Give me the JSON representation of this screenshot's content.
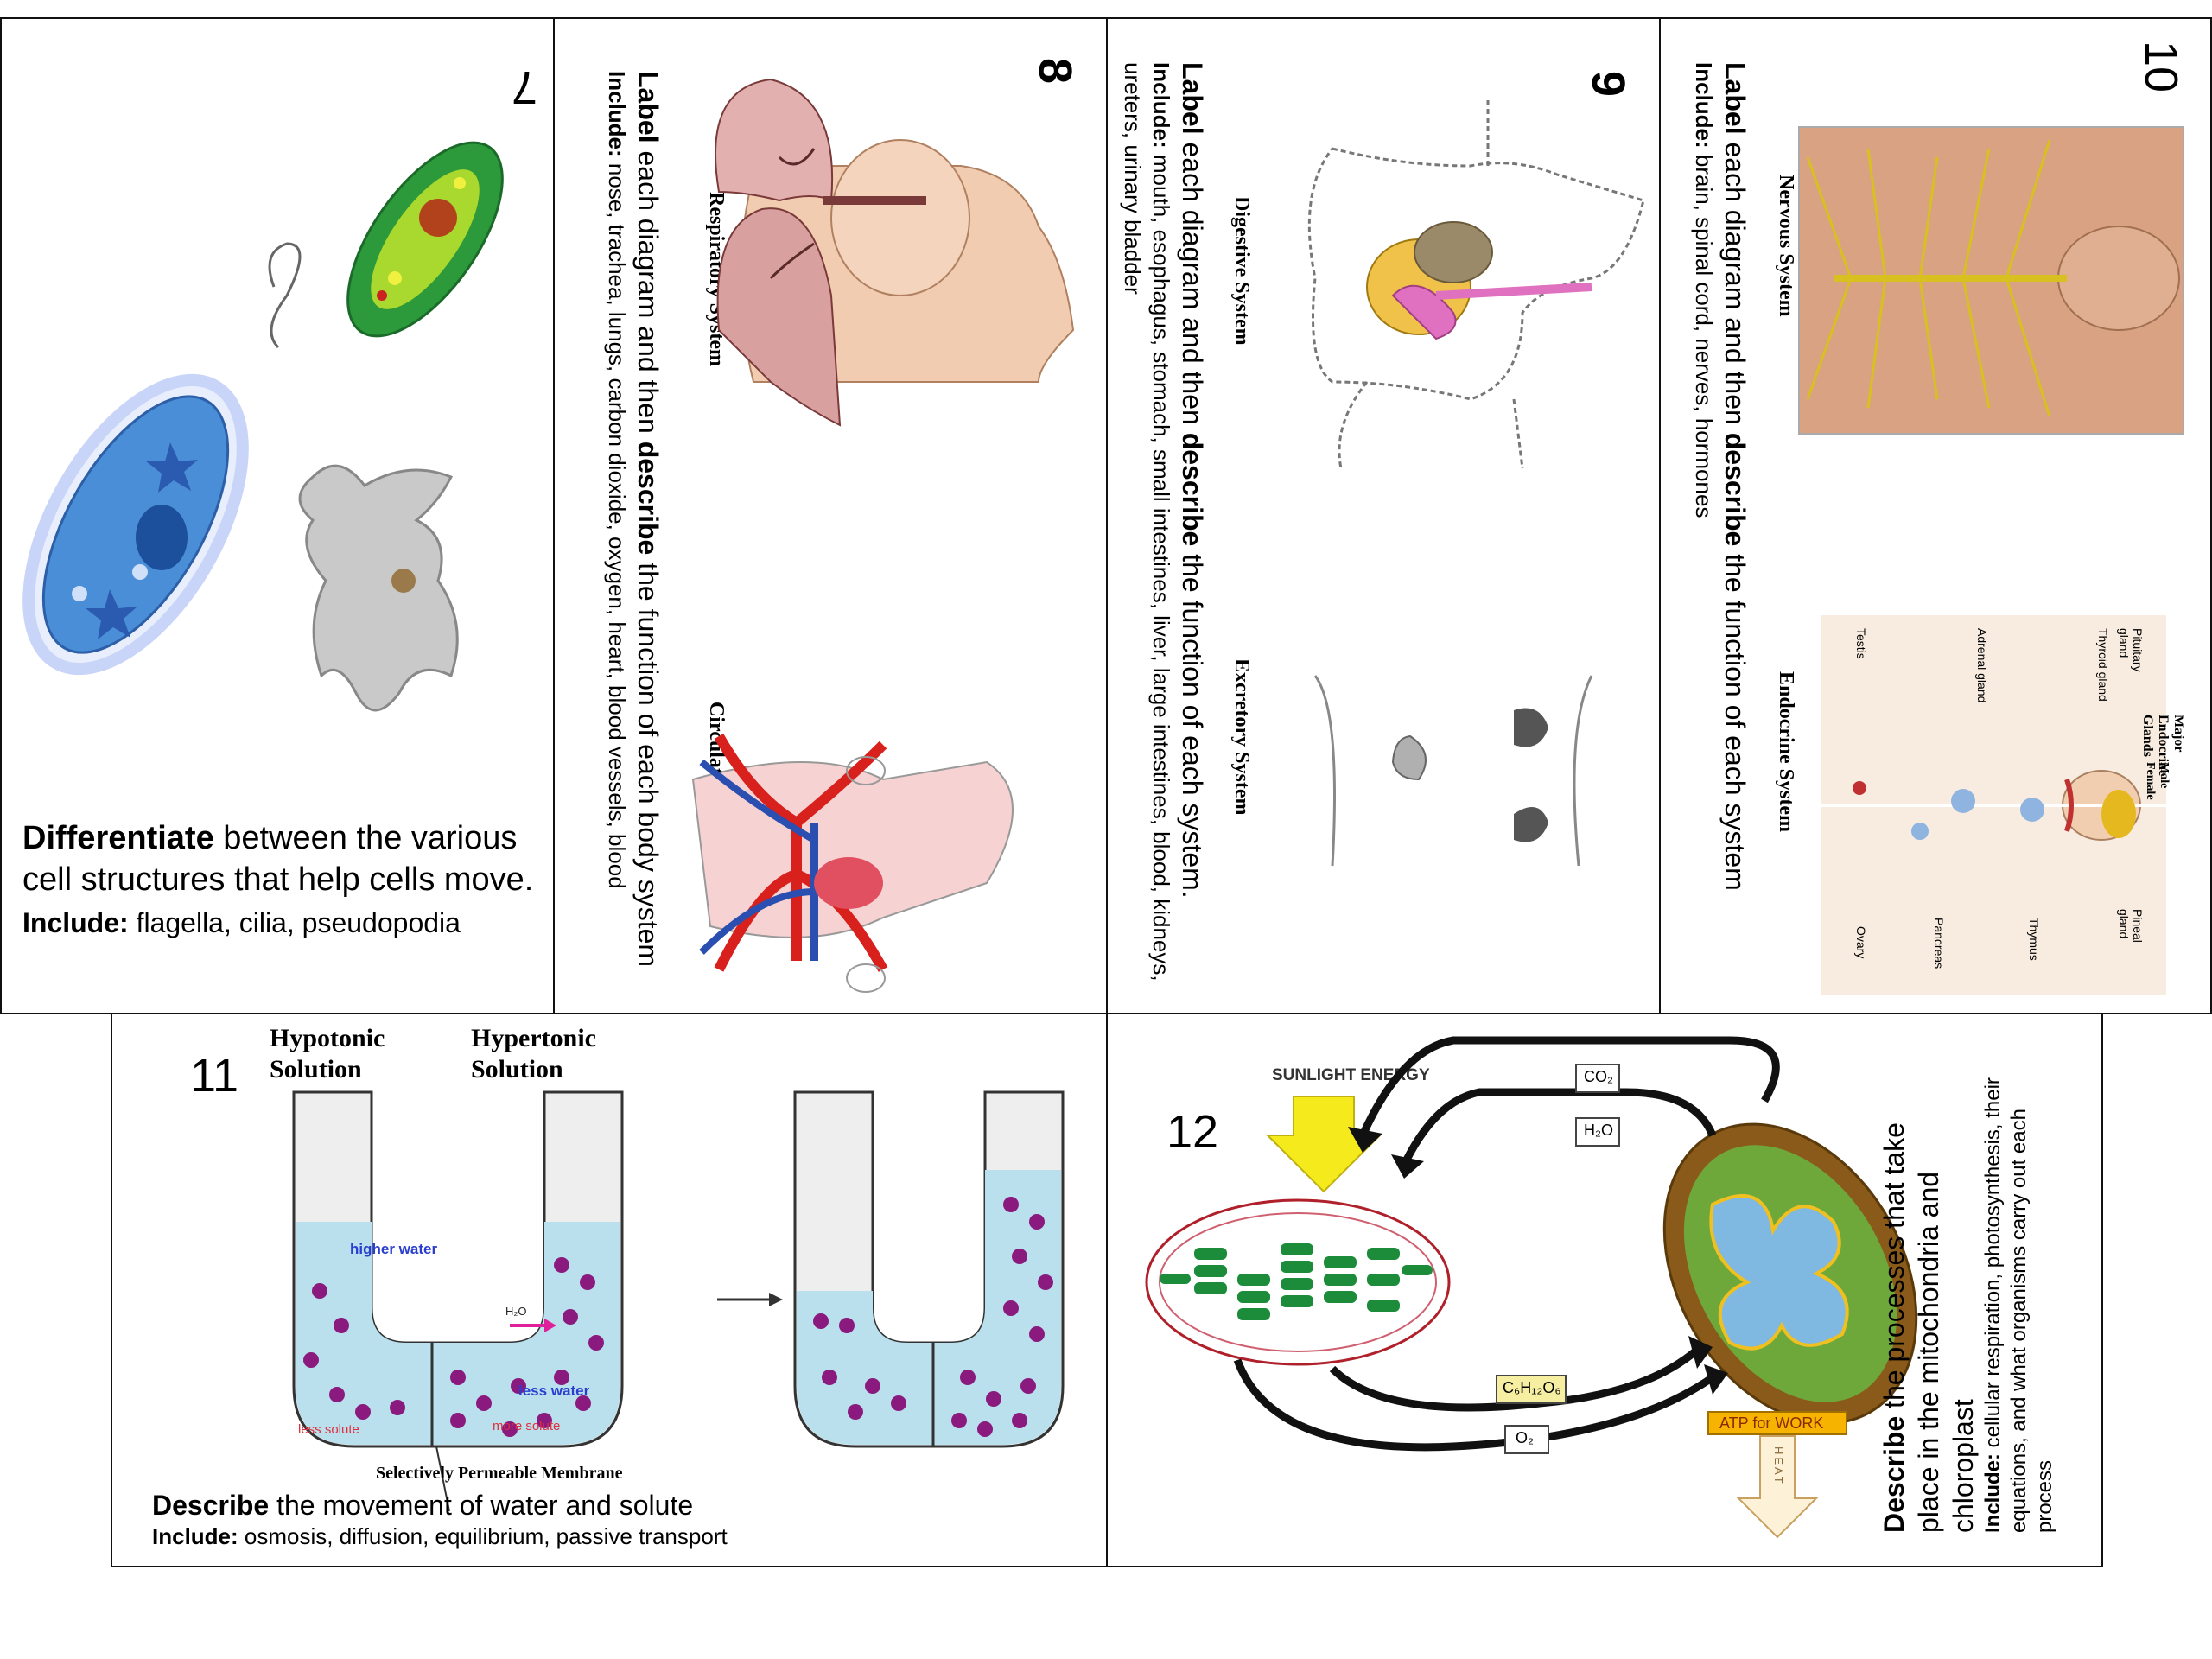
{
  "sheet": {
    "panels": [
      {
        "number": "7",
        "heading_bold": "Differentiate",
        "heading_rest": " between the various cell structures that help cells move.",
        "include_label": "Include:",
        "include_text": " flagella, cilia, pseudopodia"
      },
      {
        "number": "8",
        "label_bold": "Label",
        "label_mid": " each diagram and then ",
        "describe_bold": "describe",
        "label_rest": " the function of each body system",
        "include_label": "Include:",
        "include_text": " nose, trachea, lungs, carbon dioxide, oxygen, heart, blood vessels, blood",
        "figure1_title": "Respiratory System",
        "figure2_title": "Circulatory System"
      },
      {
        "number": "9",
        "label_bold": "Label",
        "label_mid": " each diagram and then ",
        "describe_bold": "describe",
        "label_rest": " the function of each system.",
        "include_label": "Include:",
        "include_text": " mouth, esophagus, stomach, small intestines, liver, large intestines, blood, kidneys, ureters, urinary bladder",
        "figure1_title": "Digestive System",
        "figure2_title": "Excretory System"
      },
      {
        "number": "10",
        "label_bold": "Label",
        "label_mid": " each diagram and then ",
        "describe_bold": "describe",
        "label_rest": " the function of each system",
        "include_label": "Include:",
        "include_text": " brain, spinal cord, nerves, hormones",
        "figure1_title": "Nervous System",
        "figure2_title": "Endocrine System",
        "endocrine_header": "Major Endocrine Glands",
        "endocrine_sub": "Male   Female",
        "endocrine_labels": [
          "Pituitary gland",
          "Pineal gland",
          "Thyroid gland",
          "Thymus",
          "Adrenal gland",
          "Pancreas",
          "Testis",
          "Ovary"
        ]
      },
      {
        "number": "11",
        "hypotonic": "Hypotonic Solution",
        "hypertonic": "Hypertonic Solution",
        "higher_water": "higher water",
        "h2o": "H₂O",
        "less_water": "less water",
        "less_solute": "less solute",
        "more_solute": "more solute",
        "membrane": "Selectively Permeable Membrane",
        "describe_bold": "Describe",
        "describe_rest": " the movement of water and solute",
        "include_label": "Include:",
        "include_text": " osmosis, diffusion, equilibrium, passive transport"
      },
      {
        "number": "12",
        "sunlight": "SUNLIGHT ENERGY",
        "co2": "CO₂",
        "h2o": "H₂O",
        "glucose": "C₆H₁₂O₆",
        "o2": "O₂",
        "atp": "ATP for WORK",
        "heat": "HEAT",
        "describe_bold": "Describe",
        "describe_rest": " the processes that take place in the mitochondria and chloroplast",
        "include_label": "Include:",
        "include_text": "  cellular respiration, photosynthesis, their equations, and what organisms carry out each process"
      }
    ]
  },
  "colors": {
    "membrane_blue": "#b9e0ec",
    "solute_purple": "#8a1a7e",
    "chloroplast_green": "#1c8c3a",
    "mito_brown": "#8a5a1a",
    "sun_yellow": "#f4ea1c",
    "artery_red": "#d8201c",
    "vein_blue": "#2a4fb0"
  }
}
